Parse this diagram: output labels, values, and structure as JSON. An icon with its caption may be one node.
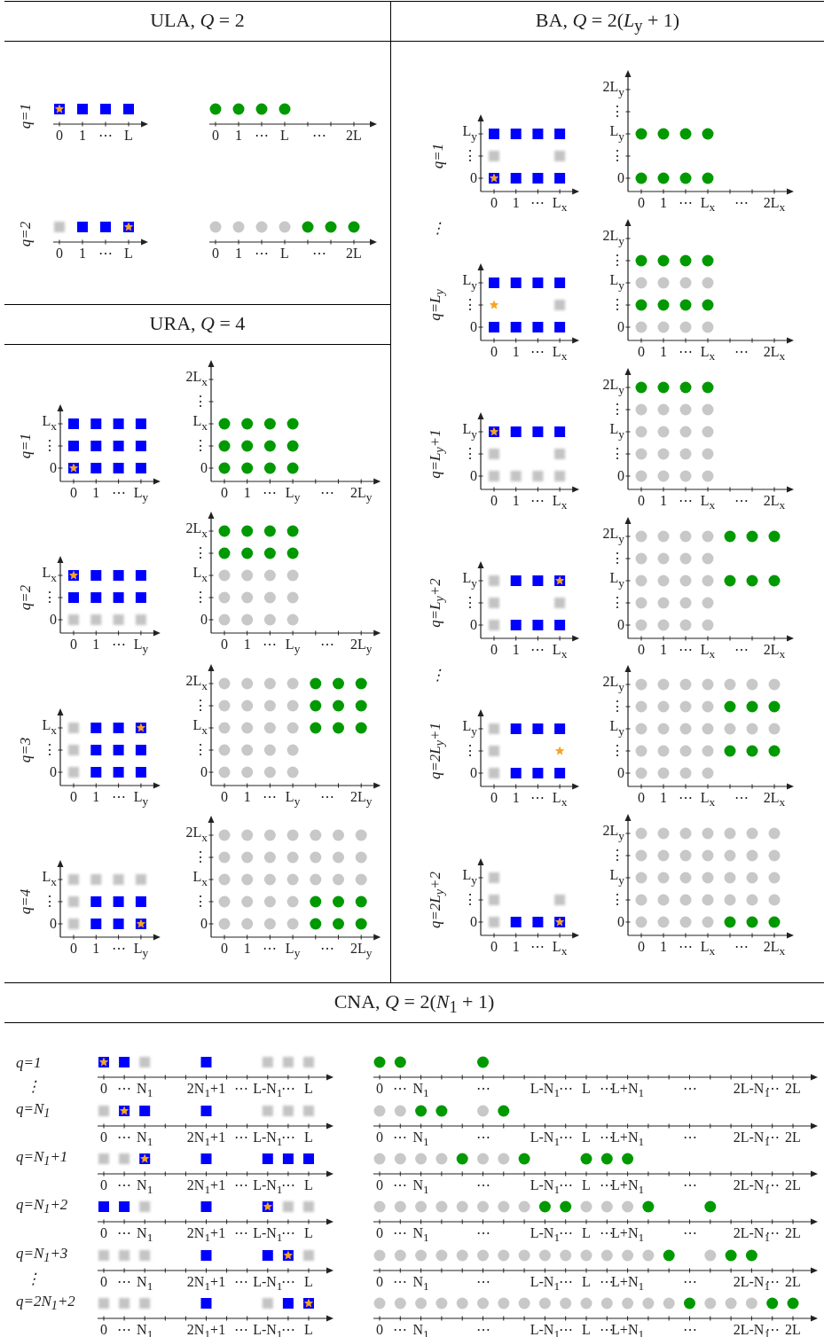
{
  "diagram": {
    "nodes": [
      {
        "text": [
          "ULA, *Q* = 2"
        ]
      },
      {
        "text": [
          "BA, *Q* = 2(*L*$_{y}$ + 1)"
        ]
      },
      {
        "text": [
          "URA, *Q* = 4"
        ]
      },
      {
        "text": [
          "CNA, *Q* = 2(*N*$_{1}$ + 1)"
        ]
      }
    ],
    "labels": [
      "q=1",
      "0",
      "1",
      "⋯",
      "L",
      "0",
      "1",
      "⋯",
      "L",
      "⋯",
      "2L",
      "q=2",
      "0",
      "1",
      "⋯",
      "L",
      "0",
      "1",
      "⋯",
      "L",
      "⋯",
      "2L",
      "q=1",
      "L$_{x}$",
      "⋮",
      "0",
      "0",
      "1",
      "⋯",
      "L$_{y}$",
      "2L$_{x}$",
      "⋮",
      "L$_{x}$",
      "⋮",
      "0",
      "0",
      "1",
      "⋯",
      "L$_{y}$",
      "⋯",
      "2L$_{y}$",
      "q=2",
      "L$_{x}$",
      "⋮",
      "0",
      "0",
      "1",
      "⋯",
      "L$_{y}$",
      "2L$_{x}$",
      "⋮",
      "L$_{x}$",
      "⋮",
      "0",
      "0",
      "1",
      "⋯",
      "L$_{y}$",
      "⋯",
      "2L$_{y}$",
      "q=3",
      "L$_{x}$",
      "⋮",
      "0",
      "0",
      "1",
      "⋯",
      "L$_{y}$",
      "2L$_{x}$",
      "⋮",
      "L$_{x}$",
      "⋮",
      "0",
      "0",
      "1",
      "⋯",
      "L$_{y}$",
      "⋯",
      "2L$_{y}$",
      "q=4",
      "L$_{x}$",
      "⋮",
      "0",
      "0",
      "1",
      "⋯",
      "L$_{y}$",
      "2L$_{x}$",
      "⋮",
      "L$_{x}$",
      "⋮",
      "0",
      "0",
      "1",
      "⋯",
      "L$_{y}$",
      "⋯",
      "2L$_{y}$",
      "q=1",
      "L$_{y}$",
      "⋮",
      "0",
      "0",
      "1",
      "⋯",
      "L$_{x}$",
      "2L$_{y}$",
      "⋮",
      "L$_{y}$",
      "⋮",
      "0",
      "0",
      "1",
      "⋯",
      "L$_{x}$",
      "⋯",
      "2L$_{x}$",
      "⋮",
      "q=L$_{y}$",
      "L$_{y}$",
      "⋮",
      "0",
      "0",
      "1",
      "⋯",
      "L$_{x}$",
      "2L$_{y}$",
      "⋮",
      "L$_{y}$",
      "⋮",
      "0",
      "0",
      "1",
      "⋯",
      "L$_{x}$",
      "⋯",
      "2L$_{x}$",
      "q=L$_{y}$+1",
      "L$_{y}$",
      "⋮",
      "0",
      "0",
      "1",
      "⋯",
      "L$_{x}$",
      "2L$_{y}$",
      "⋮",
      "L$_{y}$",
      "⋮",
      "0",
      "0",
      "1",
      "⋯",
      "L$_{x}$",
      "⋯",
      "2L$_{x}$",
      "q=L$_{y}$+2",
      "L$_{y}$",
      "⋮",
      "0",
      "0",
      "1",
      "⋯",
      "L$_{x}$",
      "2L$_{y}$",
      "⋮",
      "L$_{y}$",
      "⋮",
      "0",
      "0",
      "1",
      "⋯",
      "L$_{x}$",
      "⋯",
      "2L$_{x}$",
      "⋮",
      "q=2L$_{y}$+1",
      "L$_{y}$",
      "⋮",
      "0",
      "0",
      "1",
      "⋯",
      "L$_{x}$",
      "2L$_{y}$",
      "⋮",
      "L$_{y}$",
      "⋮",
      "0",
      "0",
      "1",
      "⋯",
      "L$_{x}$",
      "⋯",
      "2L$_{x}$",
      "q=2L$_{y}$+2",
      "L$_{y}$",
      "⋮",
      "0",
      "0",
      "1",
      "⋯",
      "L$_{x}$",
      "2L$_{y}$",
      "⋮",
      "L$_{y}$",
      "⋮",
      "0",
      "0",
      "1",
      "⋯",
      "L$_{x}$",
      "⋯",
      "2L$_{x}$",
      "q=1",
      "0",
      "⋯",
      "N$_{1}$",
      "2N$_{1}$+1",
      "⋯",
      "L-N$_{1}$",
      "⋯",
      "L",
      "0",
      "⋯",
      "N$_{1}$",
      "⋯",
      "L-N$_{1}$",
      "⋯",
      "L",
      "⋯",
      "L+N$_{1}$",
      "⋯",
      "2L-N$_{1}$",
      "⋯",
      "2L",
      "⋮",
      "q=N$_{1}$",
      "0",
      "⋯",
      "N$_{1}$",
      "2N$_{1}$+1",
      "⋯",
      "L-N$_{1}$",
      "⋯",
      "L",
      "0",
      "⋯",
      "N$_{1}$",
      "⋯",
      "L-N$_{1}$",
      "⋯",
      "L",
      "⋯",
      "L+N$_{1}$",
      "⋯",
      "2L-N$_{1}$",
      "⋯",
      "2L",
      "q=N$_{1}$+1",
      "0",
      "⋯",
      "N$_{1}$",
      "2N$_{1}$+1",
      "⋯",
      "L-N$_{1}$",
      "⋯",
      "L",
      "0",
      "⋯",
      "N$_{1}$",
      "⋯",
      "L-N$_{1}$",
      "⋯",
      "L",
      "⋯",
      "L+N$_{1}$",
      "⋯",
      "2L-N$_{1}$",
      "⋯",
      "2L",
      "q=N$_{1}$+2",
      "0",
      "⋯",
      "N$_{1}$",
      "2N$_{1}$+1",
      "⋯",
      "L-N$_{1}$",
      "⋯",
      "L",
      "0",
      "⋯",
      "N$_{1}$",
      "⋯",
      "L-N$_{1}$",
      "⋯",
      "L",
      "⋯",
      "L+N$_{1}$",
      "⋯",
      "2L-N$_{1}$",
      "⋯",
      "2L",
      "q=N$_{1}$+3",
      "0",
      "⋯",
      "N$_{1}$",
      "2N$_{1}$+1",
      "⋯",
      "L-N$_{1}$",
      "⋯",
      "L",
      "0",
      "⋯",
      "N$_{1}$",
      "⋯",
      "L-N$_{1}$",
      "⋯",
      "L",
      "⋯",
      "L+N$_{1}$",
      "⋯",
      "2L-N$_{1}$",
      "⋯",
      "2L",
      "⋮",
      "q=2N$_{1}$+2",
      "0",
      "⋯",
      "N$_{1}$",
      "2N$_{1}$+1",
      "⋯",
      "L-N$_{1}$",
      "⋯",
      "L",
      "0",
      "⋯",
      "N$_{1}$",
      "⋯",
      "L-N$_{1}$",
      "⋯",
      "L",
      "⋯",
      "L+N$_{1}$",
      "⋯",
      "2L-N$_{1}$",
      "⋯",
      "2L"
    ]
  }
}
